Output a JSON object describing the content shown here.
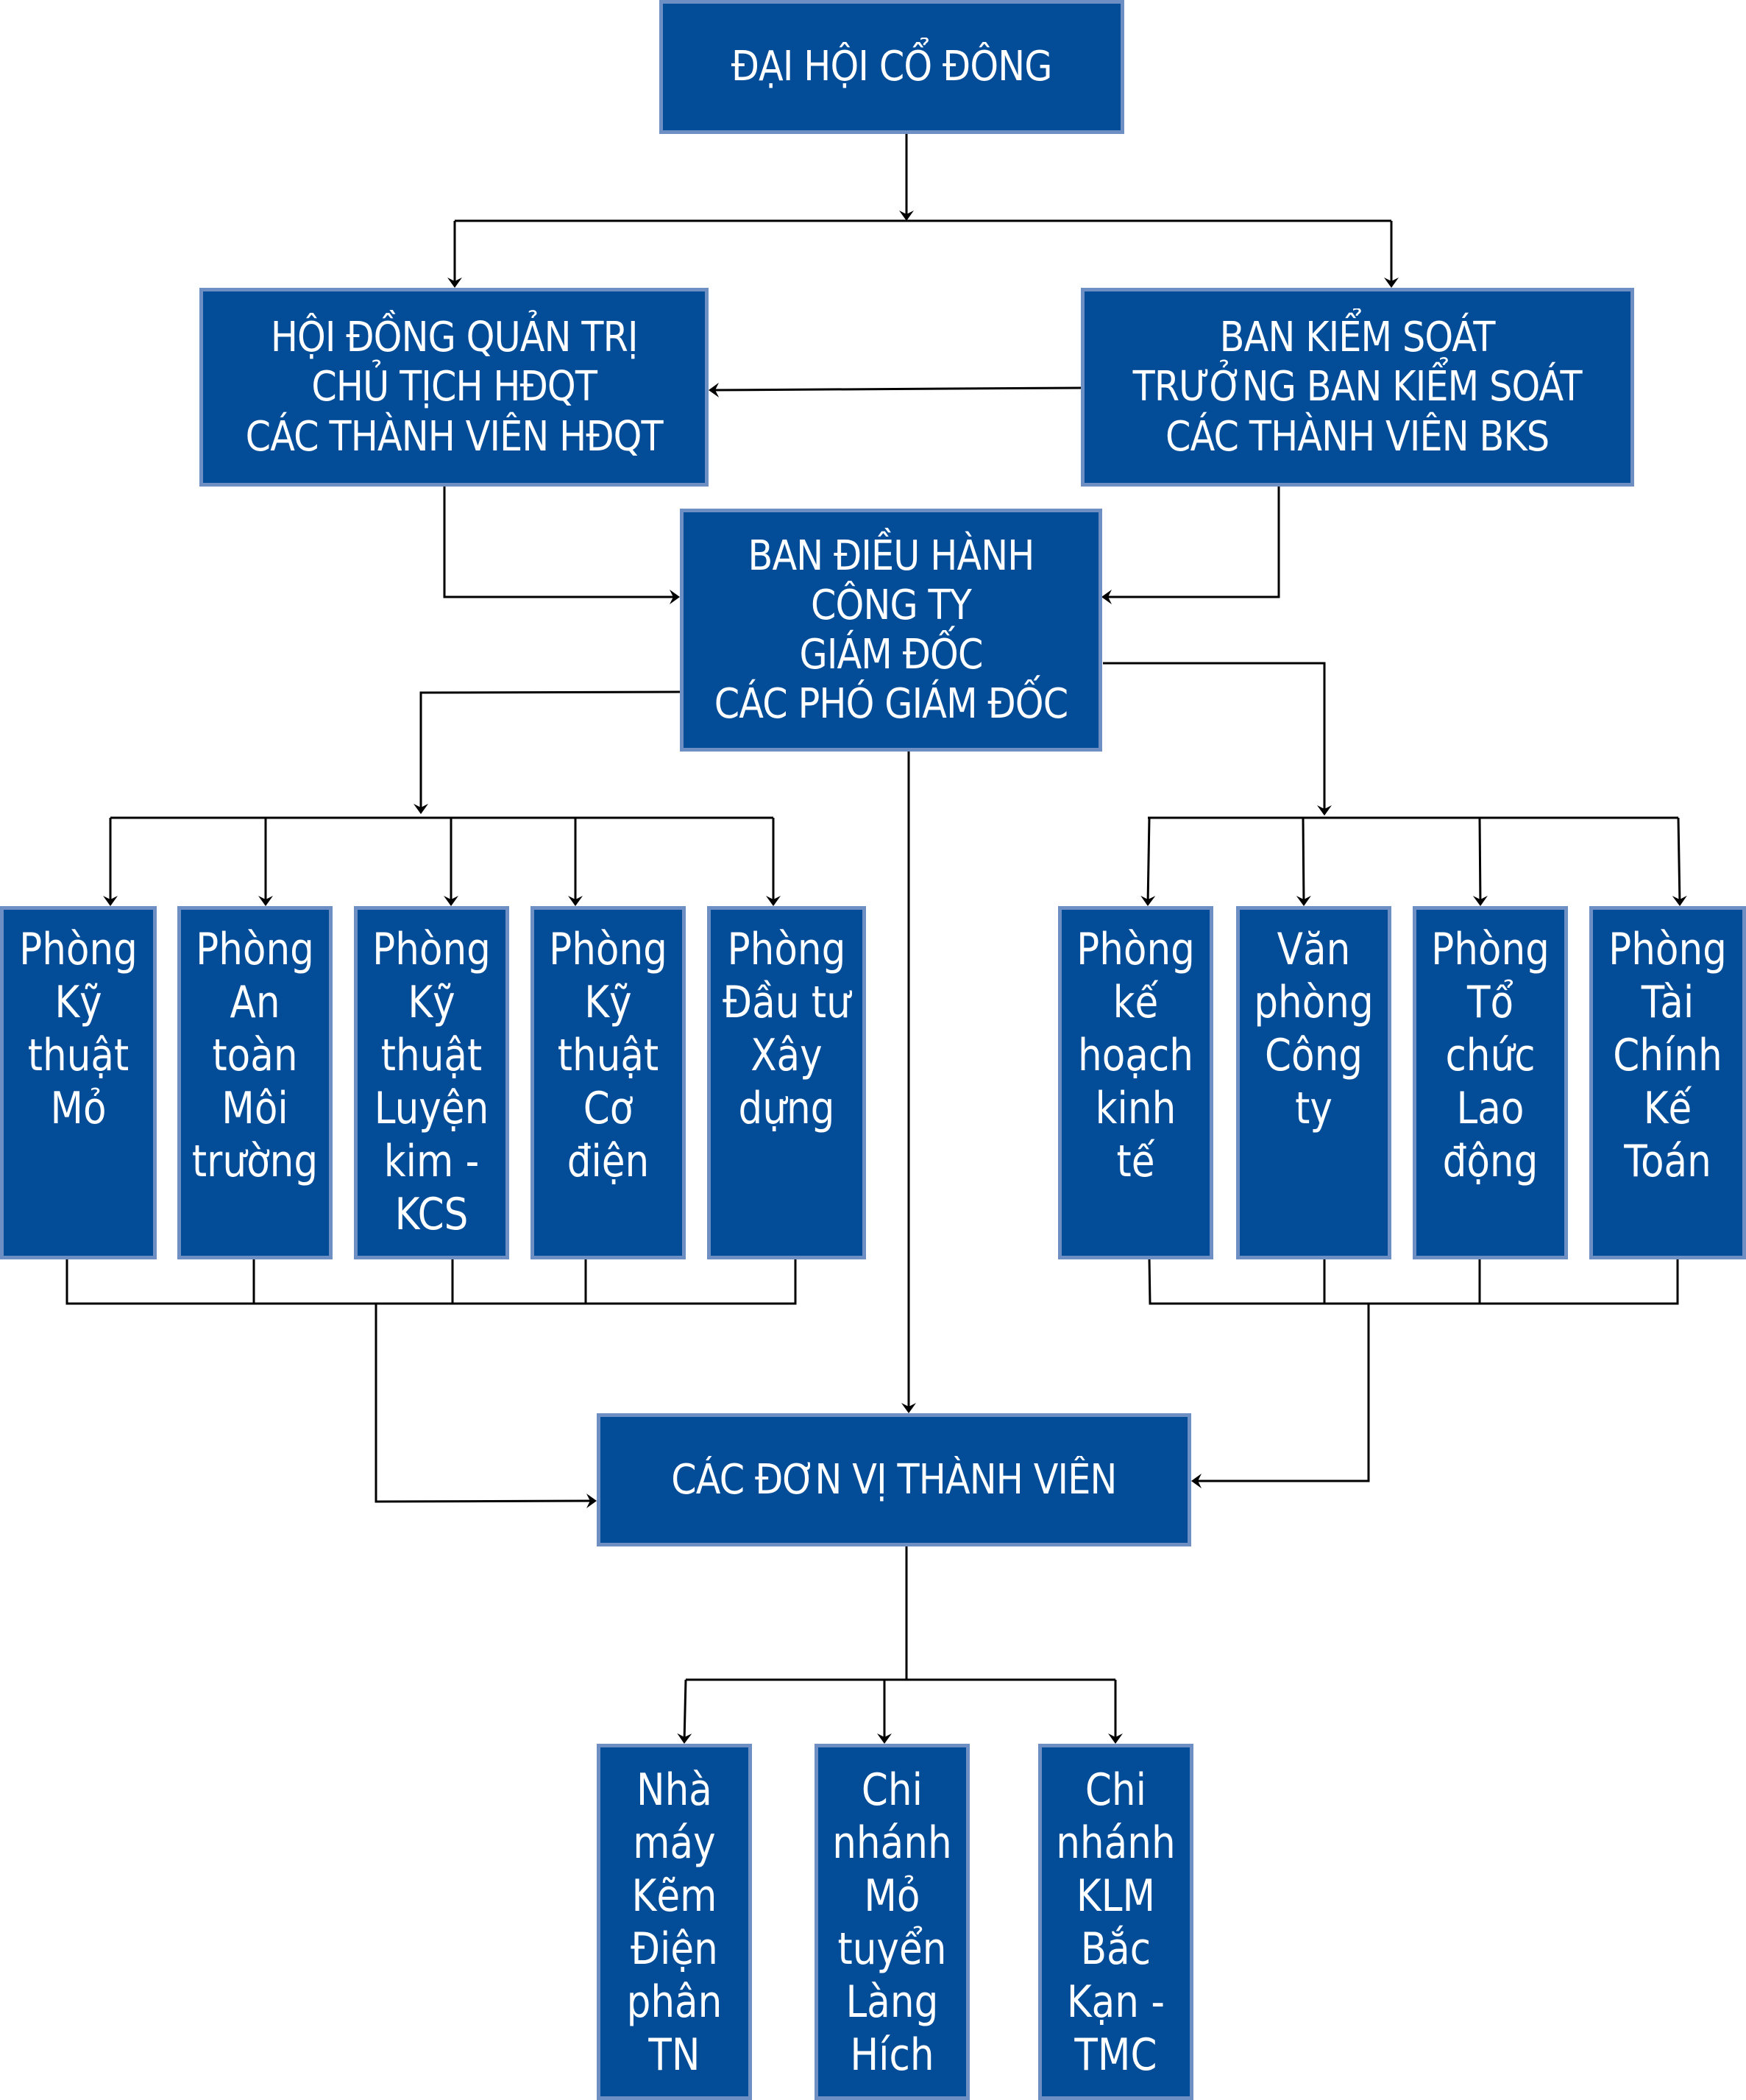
{
  "top": {
    "label": "ĐẠI HỘI CỔ ĐÔNG"
  },
  "board": {
    "label": "HỘI ĐỒNG QUẢN TRỊ\nCHỦ TỊCH HĐQT\nCÁC THÀNH VIÊN HĐQT"
  },
  "supervisory": {
    "label": "BAN KIỂM SOÁT\nTRƯỞNG BAN KIỂM SOÁT\nCÁC THÀNH VIÊN BKS"
  },
  "executive": {
    "label": "BAN ĐIỀU HÀNH\nCÔNG TY\nGIÁM ĐỐC\nCÁC PHÓ GIÁM ĐỐC"
  },
  "departments_left": [
    {
      "label": "Phòng\nKỹ\nthuật\nMỏ"
    },
    {
      "label": "Phòng\nAn\ntoàn\nMôi\ntrường"
    },
    {
      "label": "Phòng\nKỹ\nthuật\nLuyện\nkim -\nKCS"
    },
    {
      "label": "Phòng\nKỹ\nthuật\nCơ điện"
    },
    {
      "label": "Phòng\nĐầu tư\nXây\ndựng"
    }
  ],
  "departments_right": [
    {
      "label": "Phòng\nkế\nhoạch\nkinh tế"
    },
    {
      "label": "Văn\nphòng\nCông ty"
    },
    {
      "label": "Phòng\nTổ\nchức\nLao\nđộng"
    },
    {
      "label": "Phòng\nTài\nChính\nKế\nToán"
    }
  ],
  "member_units": {
    "label": "CÁC ĐƠN VỊ THÀNH VIÊN"
  },
  "subsidiaries": [
    {
      "label": "Nhà\nmáy\nKẽm\nĐiện\nphân\nTN"
    },
    {
      "label": "Chi\nnhánh\nMỏ\ntuyển\nLàng\nHích"
    },
    {
      "label": "Chi\nnhánh\nKLM\nBắc\nKạn -\nTMC"
    }
  ],
  "colors": {
    "box_fill": "#034D98",
    "box_border": "#6E8FC4",
    "text": "#FFFFFF",
    "connector": "#000000"
  }
}
